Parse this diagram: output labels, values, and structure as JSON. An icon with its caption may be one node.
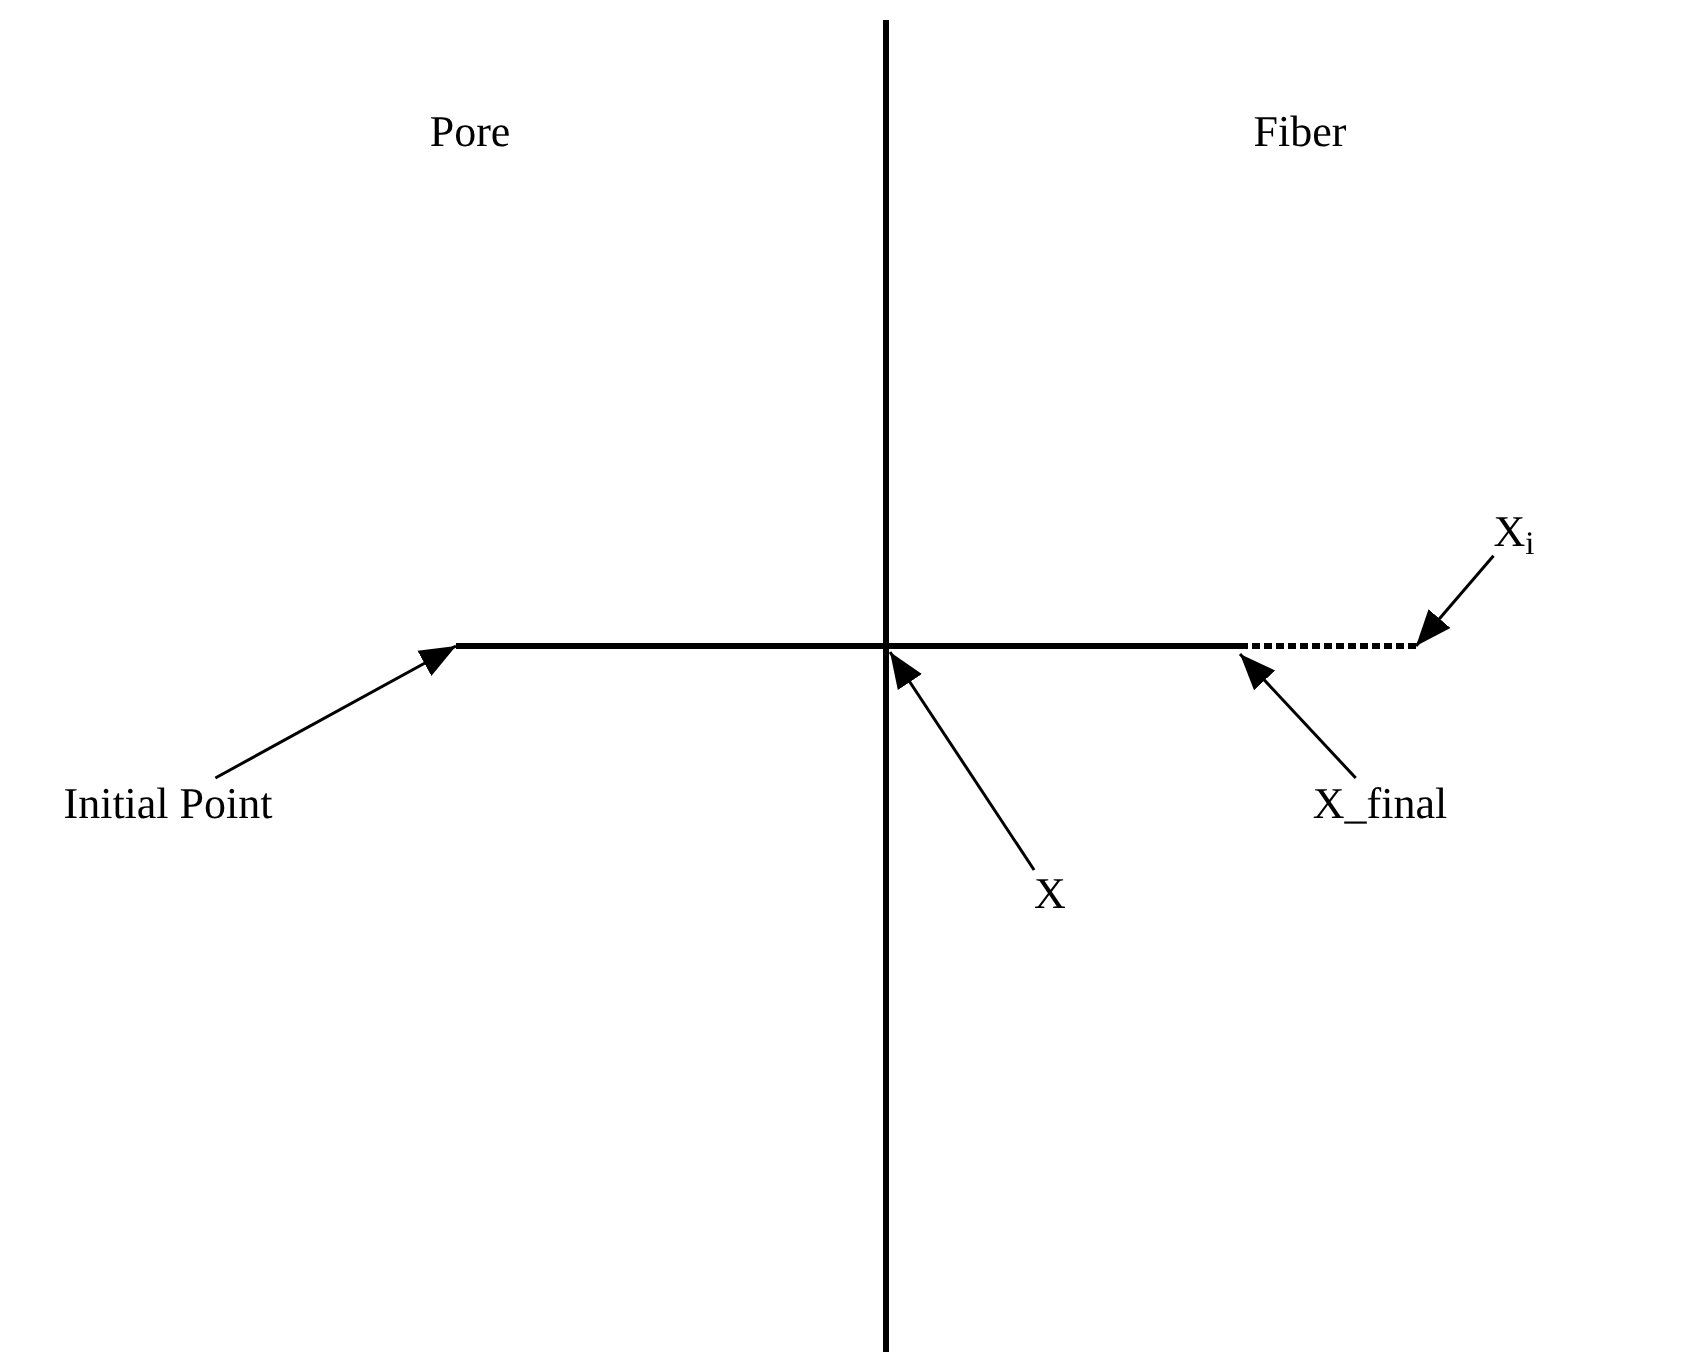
{
  "diagram": {
    "nodes": [
      {
        "text": [
          "Initial Point"
        ]
      },
      {
        "text": [
          "X"
        ]
      },
      {
        "text": [
          "X_final"
        ]
      },
      {
        "text": [
          "X$_{i}$"
        ]
      }
    ],
    "edges": [
      {
        "from": 0,
        "to": null,
        "arrow": "to"
      },
      {
        "from": 1,
        "to": null,
        "arrow": "to"
      },
      {
        "from": 2,
        "to": null,
        "arrow": "to"
      },
      {
        "from": 3,
        "to": null,
        "arrow": "to"
      }
    ],
    "labels": [
      "Pore",
      "Fiber"
    ]
  }
}
